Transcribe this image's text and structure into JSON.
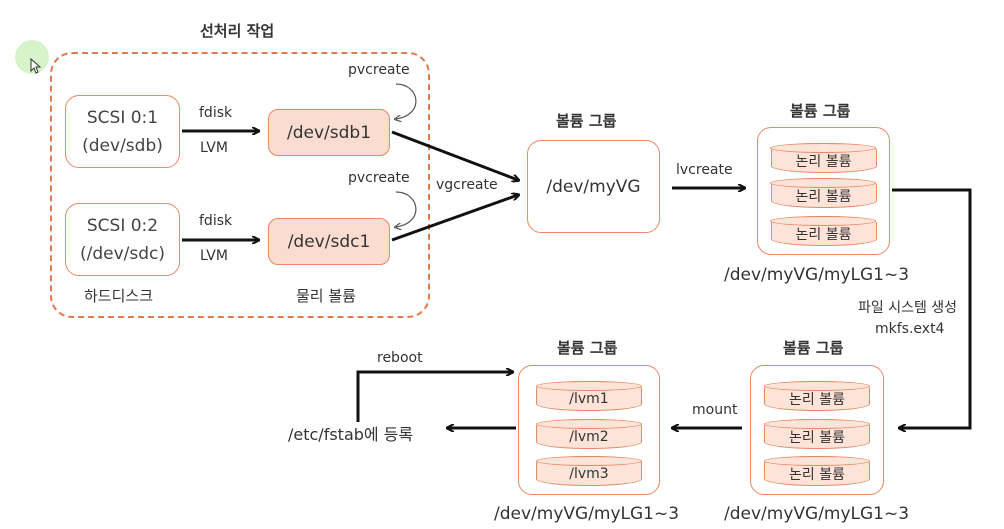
{
  "colors": {
    "accent": "#e07a50",
    "fill": "#fbdcd0",
    "arrow": "#111111"
  },
  "pre_work": {
    "title": "선처리 작업"
  },
  "disk1": {
    "line1": "SCSI 0:1",
    "line2": "(dev/sdb)"
  },
  "disk2": {
    "line1": "SCSI 0:2",
    "line2": "(/dev/sdc)"
  },
  "hard_disk_label": "하드디스크",
  "fdisk1": "fdisk",
  "lvm1": "LVM",
  "fdisk2": "fdisk",
  "lvm2": "LVM",
  "pv1": {
    "name": "/dev/sdb1",
    "cmd": "pvcreate"
  },
  "pv2": {
    "name": "/dev/sdc1",
    "cmd": "pvcreate"
  },
  "physical_volume_label": "물리 볼륨",
  "vgcreate_label": "vgcreate",
  "vg": {
    "title": "볼륨 그룹",
    "name": "/dev/myVG"
  },
  "lvcreate_label": "lvcreate",
  "vg_lv_top": {
    "title": "볼륨 그룹",
    "items": [
      "논리 볼륨",
      "논리 볼륨",
      "논리 볼륨"
    ],
    "caption": "/dev/myVG/myLG1~3"
  },
  "fs_create": {
    "line1": "파일 시스템 생성",
    "line2": "mkfs.ext4"
  },
  "vg_lv_bottom": {
    "title": "볼륨 그룹",
    "items": [
      "논리 볼륨",
      "논리 볼륨",
      "논리 볼륨"
    ],
    "caption": "/dev/myVG/myLG1~3"
  },
  "mount_label": "mount",
  "vg_mount": {
    "title": "볼륨 그룹",
    "items": [
      "/lvm1",
      "/lvm2",
      "/lvm3"
    ],
    "caption": "/dev/myVG/myLG1~3"
  },
  "reboot_label": "reboot",
  "fstab_label": "/etc/fstab에 등록"
}
